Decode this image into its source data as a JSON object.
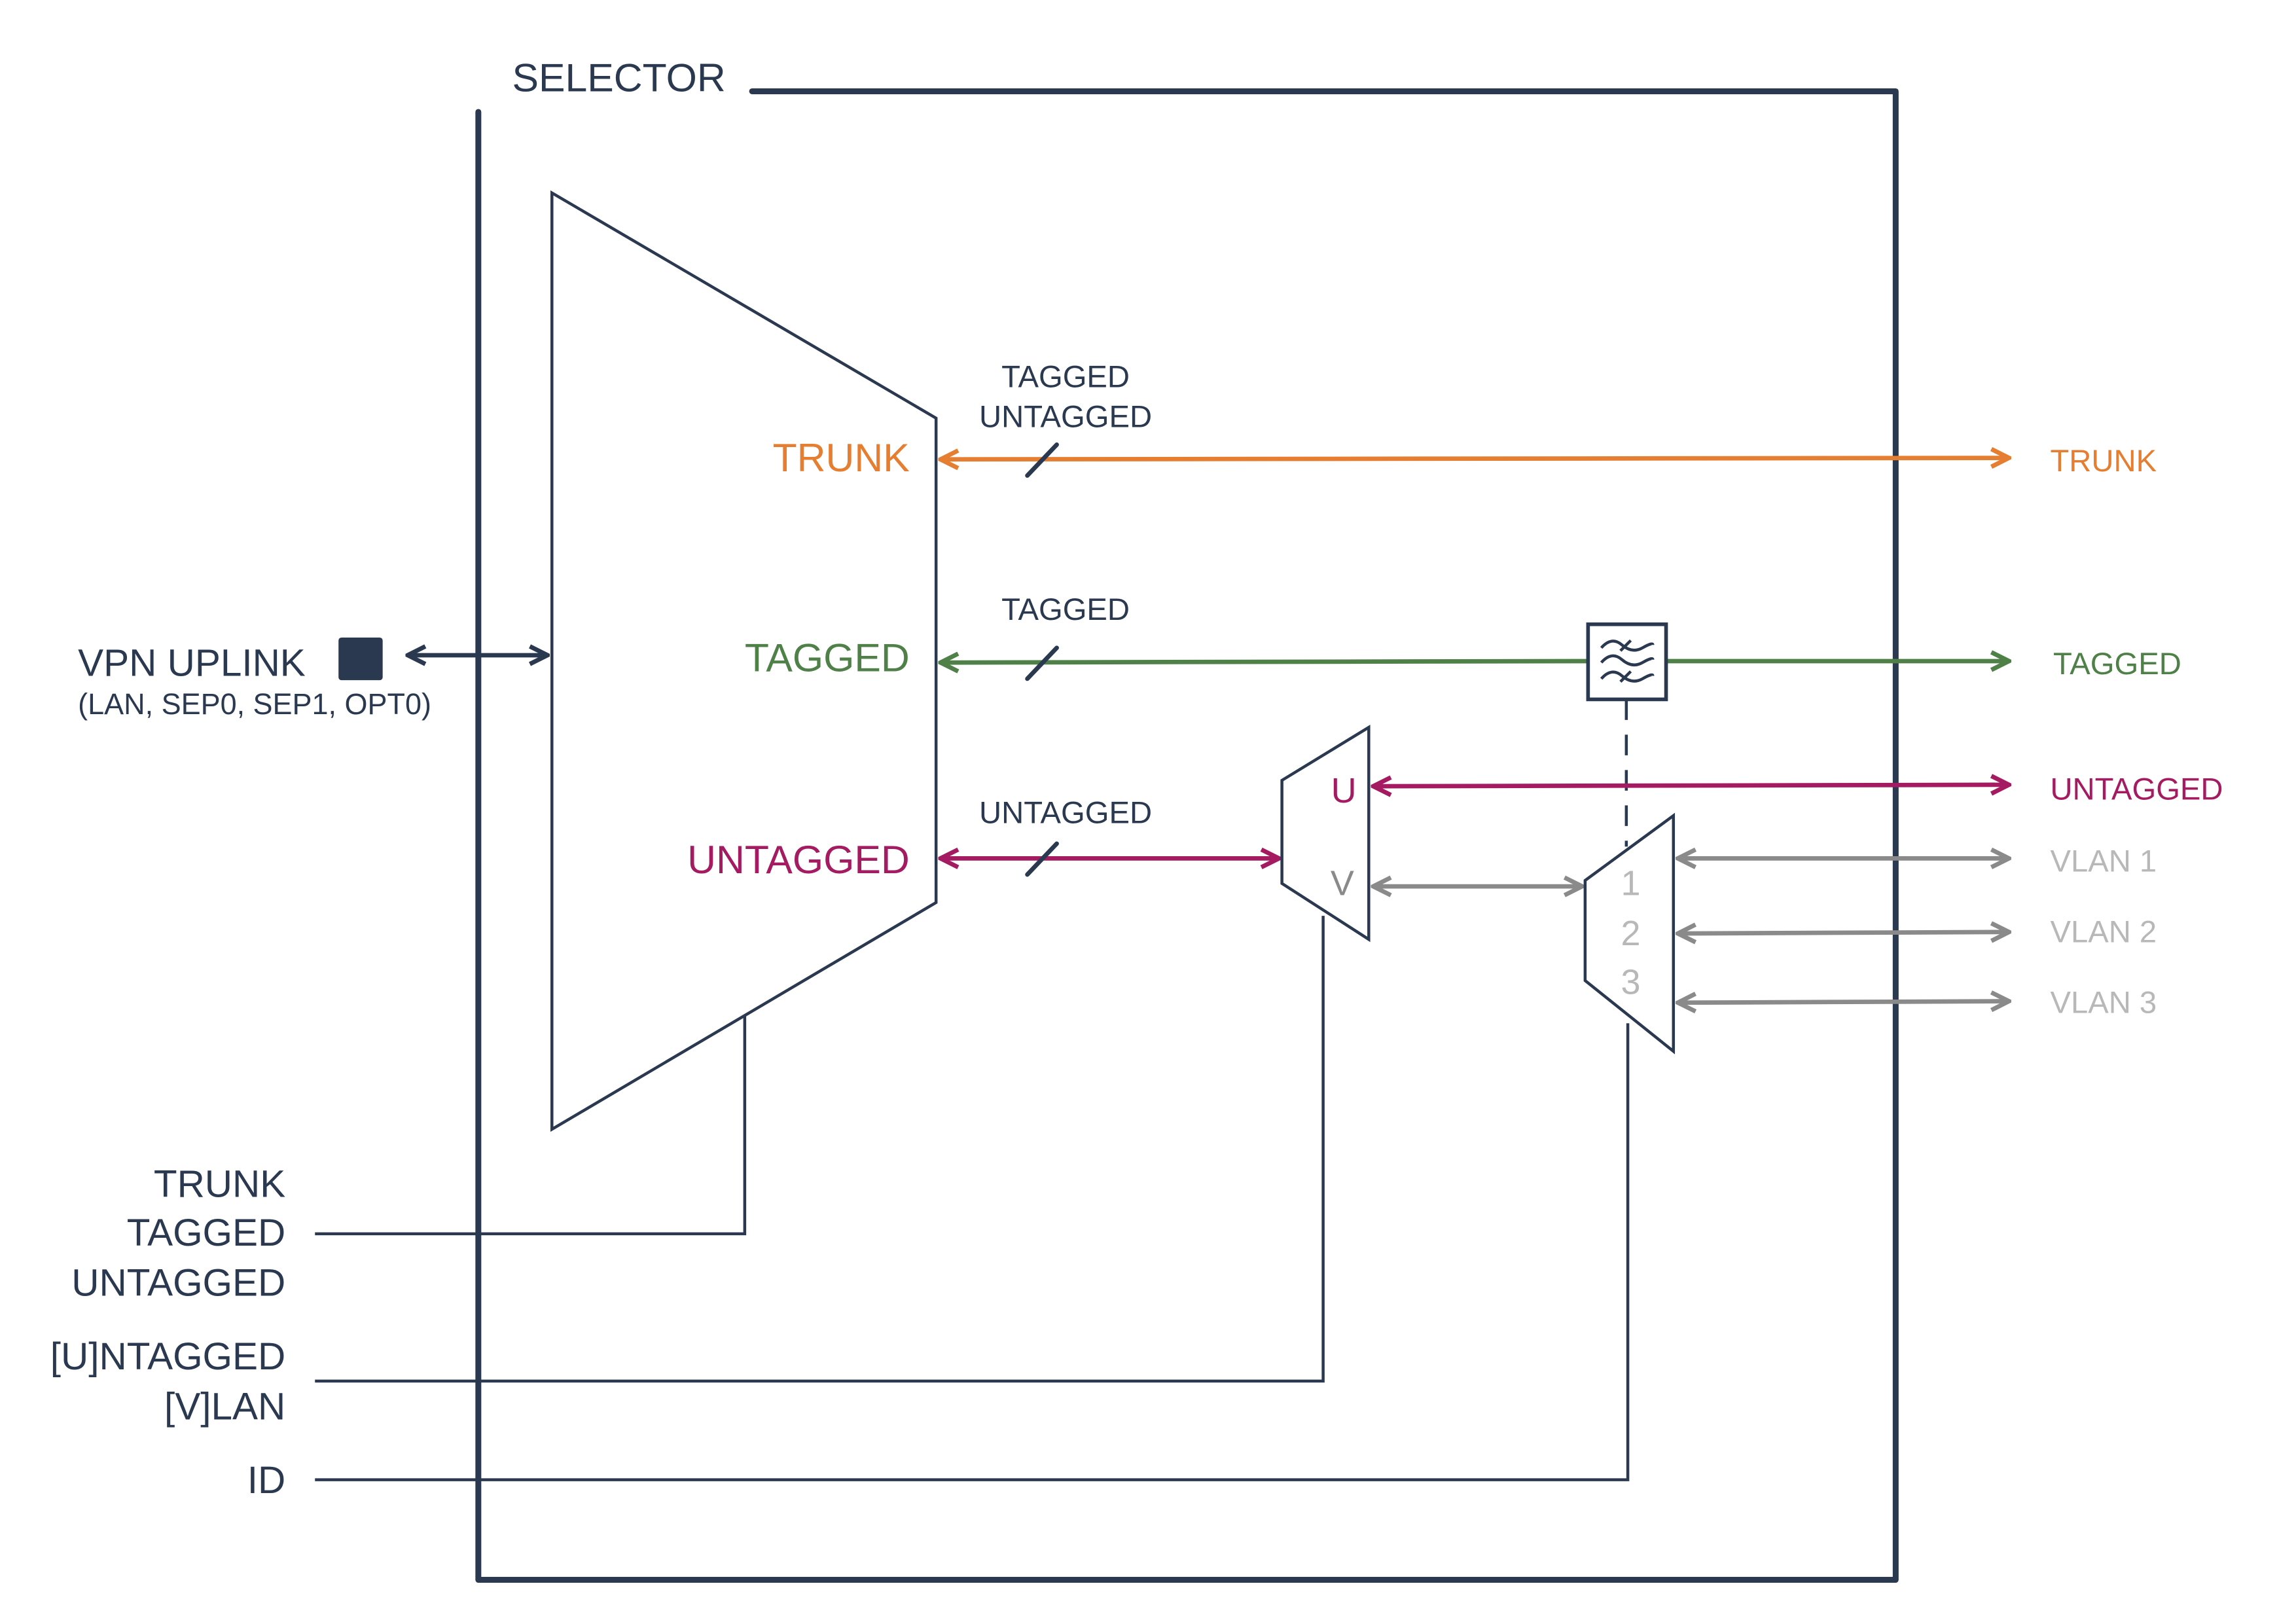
{
  "title": "SELECTOR",
  "colors": {
    "frame": "#2b3950",
    "trunk": "#e57e30",
    "tagged": "#4e8048",
    "untagged": "#a51b62",
    "vlan_line": "#8a8a8a",
    "vlan_text": "#b8b8b8",
    "background": "#ffffff"
  },
  "uplink": {
    "label": "VPN UPLINK",
    "sublabel": "(LAN, SEP0, SEP1, OPT0)",
    "icon": "port-square-icon"
  },
  "main_mux": {
    "outputs": [
      {
        "label": "TRUNK",
        "color": "trunk"
      },
      {
        "label": "TAGGED",
        "color": "tagged"
      },
      {
        "label": "UNTAGGED",
        "color": "untagged"
      }
    ]
  },
  "bus_labels": {
    "trunk": [
      "TAGGED",
      "UNTAGGED"
    ],
    "tagged": [
      "TAGGED"
    ],
    "untagged": [
      "UNTAGGED"
    ]
  },
  "uv_mux": {
    "ports": [
      "U",
      "V"
    ]
  },
  "vlan_mux": {
    "ports": [
      "1",
      "2",
      "3"
    ]
  },
  "filter": {
    "icon": "band-pass-filter-icon"
  },
  "right_outputs": [
    {
      "label": "TRUNK",
      "color": "trunk"
    },
    {
      "label": "TAGGED",
      "color": "tagged"
    },
    {
      "label": "UNTAGGED",
      "color": "untagged"
    },
    {
      "label": "VLAN 1",
      "color": "vlan_text"
    },
    {
      "label": "VLAN 2",
      "color": "vlan_text"
    },
    {
      "label": "VLAN 3",
      "color": "vlan_text"
    }
  ],
  "control_inputs": {
    "mode": [
      "TRUNK",
      "TAGGED",
      "UNTAGGED"
    ],
    "uv": [
      "[U]NTAGGED",
      "[V]LAN"
    ],
    "id": [
      "ID"
    ]
  }
}
